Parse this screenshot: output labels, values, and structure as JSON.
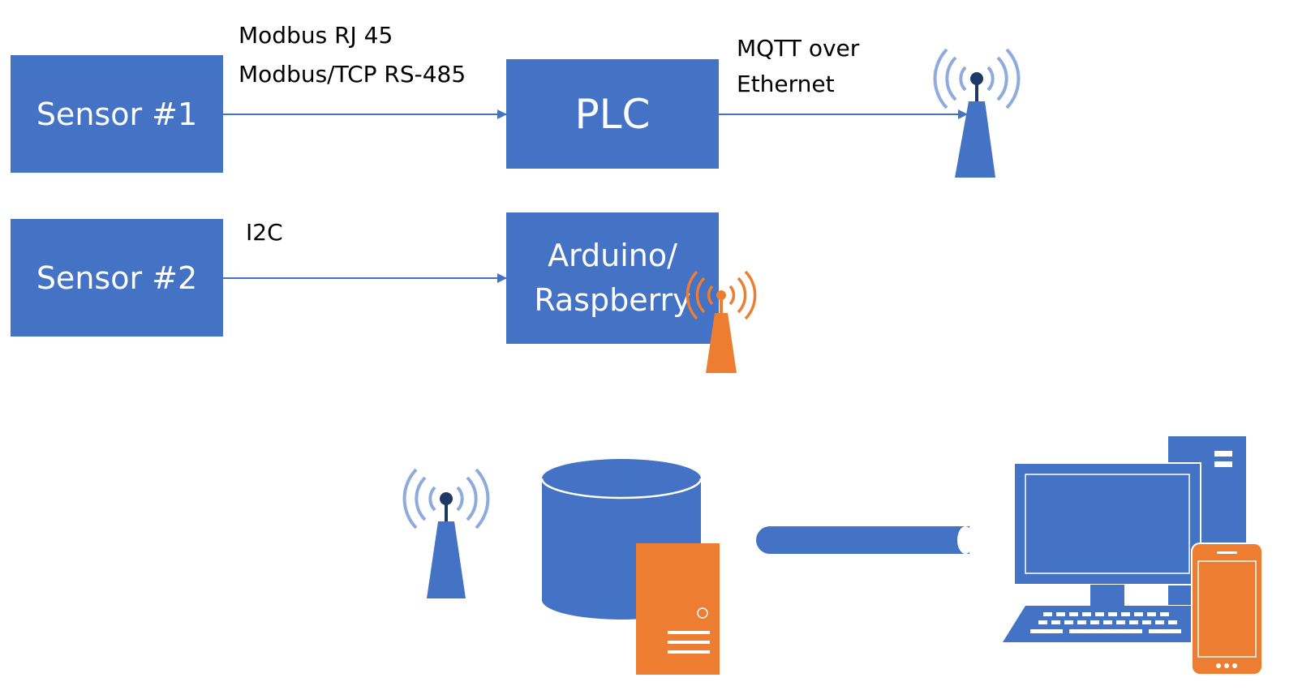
{
  "colors": {
    "box_blue": "#4472c4",
    "accent_orange": "#ed7d31",
    "light_blue_waves": "#8faadc",
    "antenna_tip": "#1f3864",
    "connector_line": "#4472c4",
    "text": "#000000"
  },
  "nodes": {
    "sensor1": {
      "label": "Sensor #1"
    },
    "sensor2": {
      "label": "Sensor #2"
    },
    "plc": {
      "label": "PLC"
    },
    "arduino": {
      "label": "Arduino/\nRaspberry"
    }
  },
  "edges": {
    "sensor1_to_plc": {
      "line1": "Modbus RJ 45",
      "line2": "Modbus/TCP RS-485"
    },
    "plc_to_antenna": {
      "line1": "MQTT over",
      "line2": "Ethernet"
    },
    "sensor2_to_arduino": {
      "line1": "I2C"
    }
  },
  "icons": {
    "plc_antenna": "wireless-antenna-icon",
    "arduino_antenna": "wireless-antenna-icon",
    "bottom_antenna": "wireless-antenna-icon",
    "database": "database-cylinder-icon",
    "server": "server-tower-icon",
    "link": "cloud-pipe-icon",
    "desktop": "desktop-computer-icon",
    "mobile": "smartphone-icon"
  }
}
